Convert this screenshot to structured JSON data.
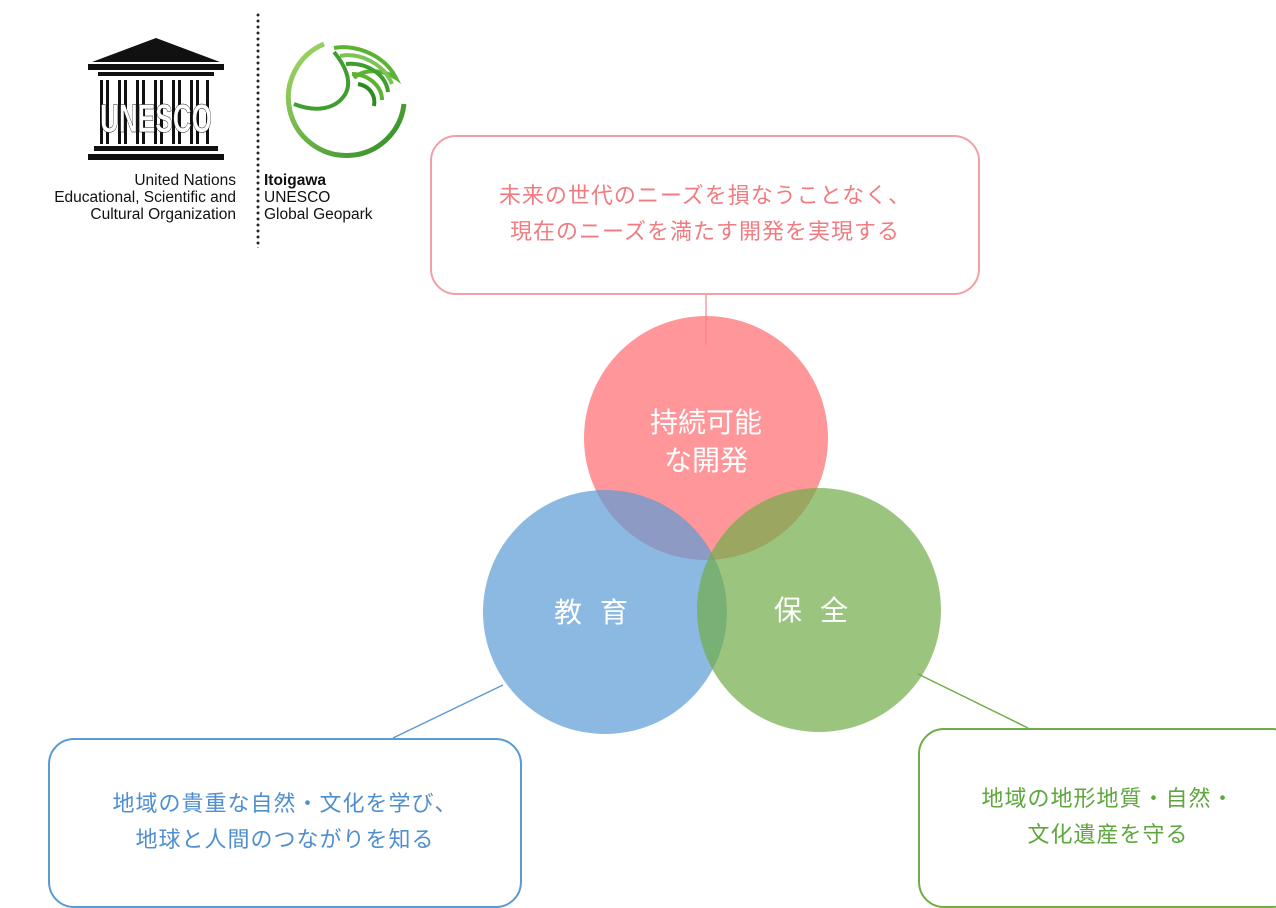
{
  "unesco": {
    "logo_text": "UNESCO",
    "name_lines": [
      "United Nations",
      "Educational, Scientific and",
      "Cultural Organization"
    ]
  },
  "geopark": {
    "name_lines": [
      "Itoigawa",
      "UNESCO",
      "Global Geopark"
    ]
  },
  "boxes": {
    "top": {
      "lines": [
        "未来の世代のニーズを損なうことなく、",
        "現在のニーズを満たす開発を実現する"
      ]
    },
    "left": {
      "lines": [
        "地域の貴重な自然・文化を学び、",
        "地球と人間のつながりを知る"
      ]
    },
    "right": {
      "lines": [
        "地域の地形地質・自然・",
        "文化遺産を守る"
      ]
    }
  },
  "circles": {
    "top": {
      "lines": [
        "持続可能",
        "な開発"
      ],
      "color": "#ff7c80"
    },
    "left": {
      "label": "教育",
      "color": "#5b9bd5"
    },
    "right": {
      "label": "保全",
      "color": "#70ad47"
    }
  },
  "colors": {
    "pink": "#ff7c80",
    "blue": "#5b9bd5",
    "green": "#70ad47",
    "geopark_green": "#5bb431"
  }
}
